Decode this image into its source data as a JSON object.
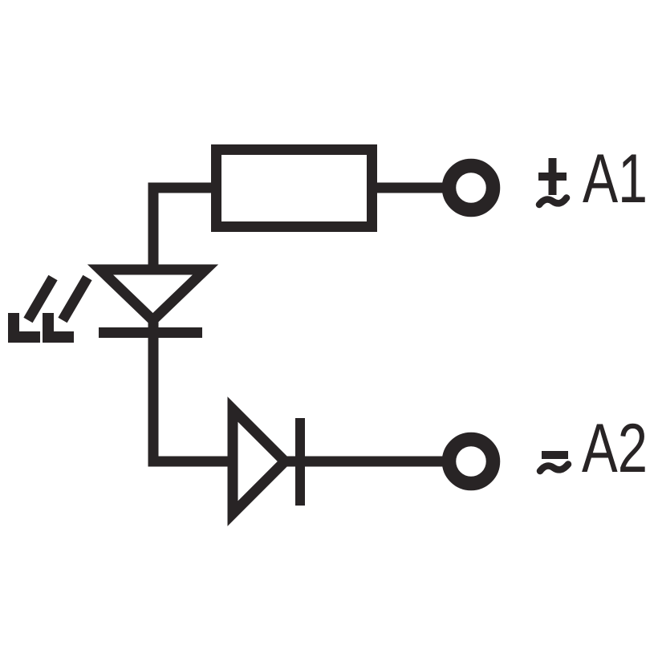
{
  "colors": {
    "ink": "#282425",
    "background": "#ffffff"
  },
  "schematic": {
    "kind": "relay-coil-input-circuit",
    "components": [
      "series-resistor",
      "led-indicator",
      "protection-diode"
    ],
    "led_emission_arrows": 2
  },
  "terminals": [
    {
      "id": "A1",
      "label": "A1",
      "polarity_symbol": "+/~"
    },
    {
      "id": "A2",
      "label": "A2",
      "polarity_symbol": "-/~"
    }
  ]
}
